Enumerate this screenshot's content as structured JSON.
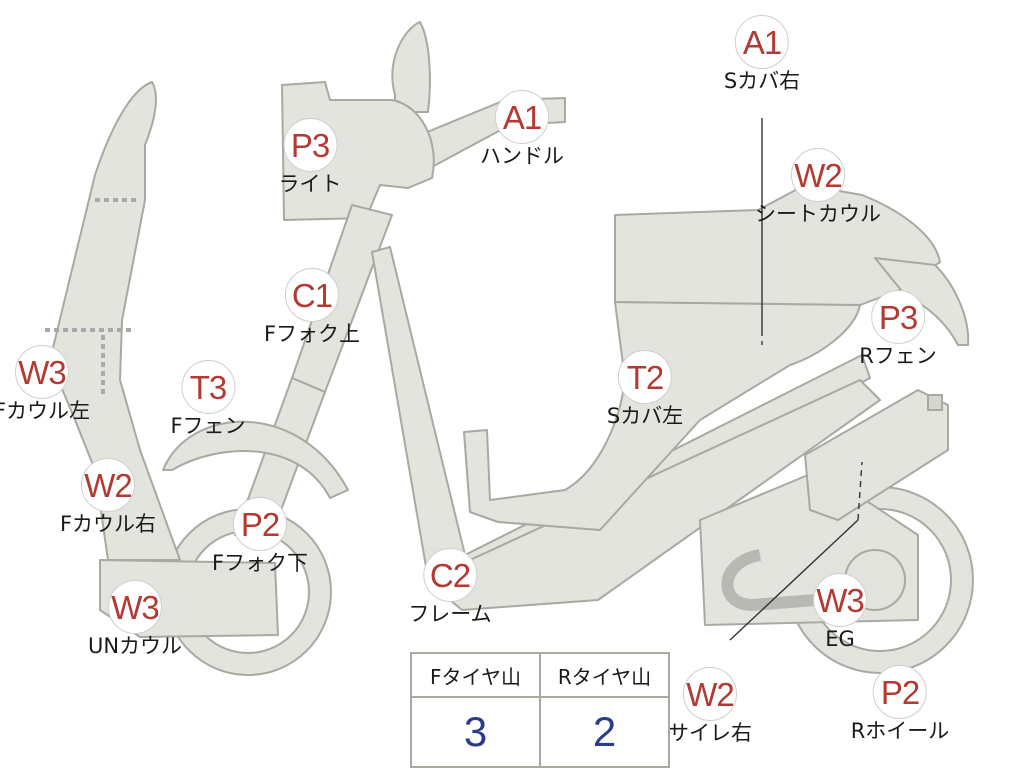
{
  "labels": [
    {
      "code": "A1",
      "name": "Sカバ右"
    },
    {
      "code": "A1",
      "name": "ハンドル"
    },
    {
      "code": "P3",
      "name": "ライト"
    },
    {
      "code": "W2",
      "name": "シートカウル"
    },
    {
      "code": "C1",
      "name": "Fフォク上"
    },
    {
      "code": "P3",
      "name": "Rフェン"
    },
    {
      "code": "W3",
      "name": "Fカウル左"
    },
    {
      "code": "T3",
      "name": "Fフェン"
    },
    {
      "code": "T2",
      "name": "Sカバ左"
    },
    {
      "code": "W2",
      "name": "Fカウル右"
    },
    {
      "code": "P2",
      "name": "Fフォク下"
    },
    {
      "code": "W3",
      "name": "UNカウル"
    },
    {
      "code": "C2",
      "name": "フレーム"
    },
    {
      "code": "W3",
      "name": "EG"
    },
    {
      "code": "W2",
      "name": "サイレ右"
    },
    {
      "code": "P2",
      "name": "Rホイール"
    }
  ],
  "tire_table": {
    "headers": [
      "Fタイヤ山",
      "Rタイヤ山"
    ],
    "values": [
      "3",
      "2"
    ]
  },
  "colors": {
    "part_fill": "#e4e4df",
    "part_outline": "#a9a9a2",
    "code_text": "#b23a32",
    "table_value": "#2a3c8c"
  }
}
